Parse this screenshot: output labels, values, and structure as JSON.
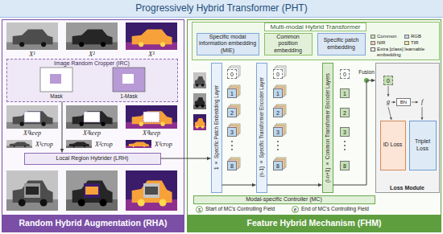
{
  "diagram": {
    "title": "Progressively Hybrid Transformer (PHT)",
    "nodes": [
      {
        "text": [
          "Random Hybrid Augmentation (RHA)"
        ]
      },
      {
        "text": [
          "Image Random Cropper (IRC)"
        ],
        "in": 0
      },
      {
        "text": [
          "Local Region Hybrider (LRH)"
        ],
        "in": 0
      },
      {
        "text": [
          "Feature Hybrid Mechanism (FHM)"
        ]
      },
      {
        "text": [
          "Multi-modal Hybrid Transformer"
        ],
        "in": 3
      },
      {
        "text": [
          "Specific modal information embedding (MIE)"
        ],
        "in": 4
      },
      {
        "text": [
          "Common position embedding"
        ],
        "in": 4
      },
      {
        "text": [
          "Specific patch embedding"
        ],
        "in": 4
      },
      {
        "text": [
          "1 × Specific Patch Embedding Layer"
        ],
        "in": 3
      },
      {
        "text": [
          "(n-1) × Specific Transformer Encoder Layer"
        ],
        "in": 3
      },
      {
        "text": [
          "(l-n+1) × Common Transformer Encoder Layers"
        ],
        "in": 3
      },
      {
        "text": [
          "Loss Module"
        ],
        "in": 3
      },
      {
        "text": [
          "ID Loss"
        ],
        "in": 11
      },
      {
        "text": [
          "Triplet Loss"
        ],
        "in": 11
      },
      {
        "text": [
          "Modal-specific Controller (MC)"
        ],
        "in": 3
      }
    ],
    "edges": [
      {
        "from": 1,
        "to": 2,
        "arrow": "to"
      },
      {
        "from": 2,
        "to": 8,
        "arrow": "to"
      },
      {
        "from": 8,
        "to": 9,
        "arrow": "to"
      },
      {
        "from": 9,
        "to": 10,
        "arrow": "to"
      },
      {
        "from": 10,
        "to": 11,
        "arrow": "to"
      }
    ],
    "labels": [
      "X¹",
      "X²",
      "X³",
      "Mask",
      "1-Mask",
      "X¹keep",
      "X²keep",
      "X³keep",
      "X¹crop",
      "X²crop",
      "X³crop",
      "0",
      "1",
      "2",
      "3",
      "8",
      "0",
      "1",
      "2",
      "3",
      "8",
      "0",
      "1",
      "2",
      "3",
      "8",
      "Fusion",
      "0",
      "g",
      "BN",
      "f",
      "s",
      "Start of MC's Controlling Field",
      "e",
      "End of MC's Controlling Field"
    ],
    "legend": [
      {
        "text": "Common",
        "color": "#c5e0b4"
      },
      {
        "text": "RGB",
        "color": "#bdd7ee"
      },
      {
        "text": "NIR",
        "color": "#f8cbad"
      },
      {
        "text": "TIR",
        "color": "#ffe699"
      },
      {
        "text": "Extra [class] learnable embedding"
      }
    ]
  }
}
